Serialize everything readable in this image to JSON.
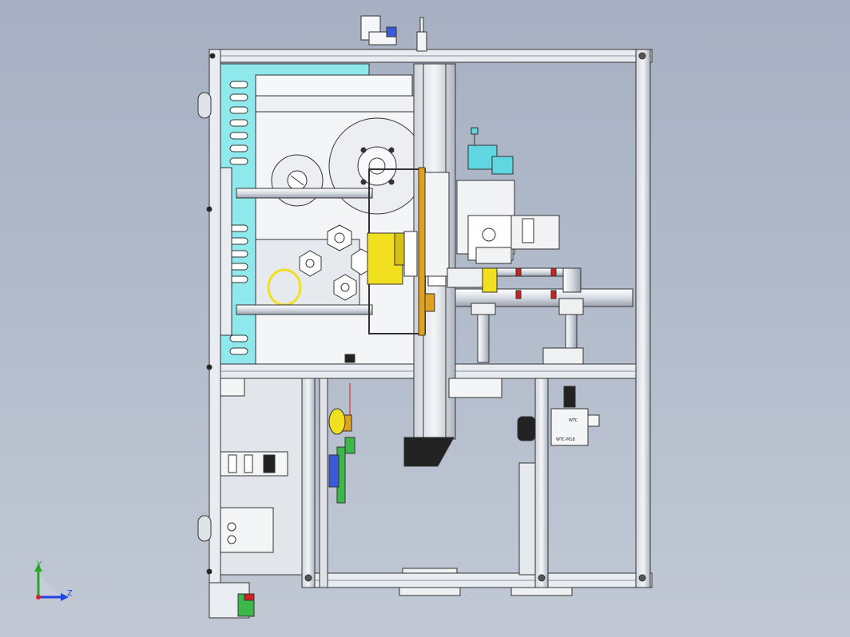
{
  "view": {
    "background_top": "#a6b0c2",
    "background_bottom": "#c2c9d5",
    "colors": {
      "frame": "#e8ebef",
      "cyan_plate": "#8fe8ec",
      "yellow_part": "#f0e020",
      "orange_part": "#e0a020",
      "valve": "#5fd6e0",
      "green_part": "#3cb84a",
      "blue_part": "#3a5ad8",
      "red_marker": "#d02020",
      "dark": "#2a2a2a"
    }
  },
  "labels": {
    "sensor_top": "WTC",
    "sensor_bottom": "WTC-M18"
  },
  "triad": {
    "y_label": "Y",
    "z_label": "Z",
    "y_color": "#22aa22",
    "z_color": "#2244dd",
    "x_color": "#dd2222"
  }
}
